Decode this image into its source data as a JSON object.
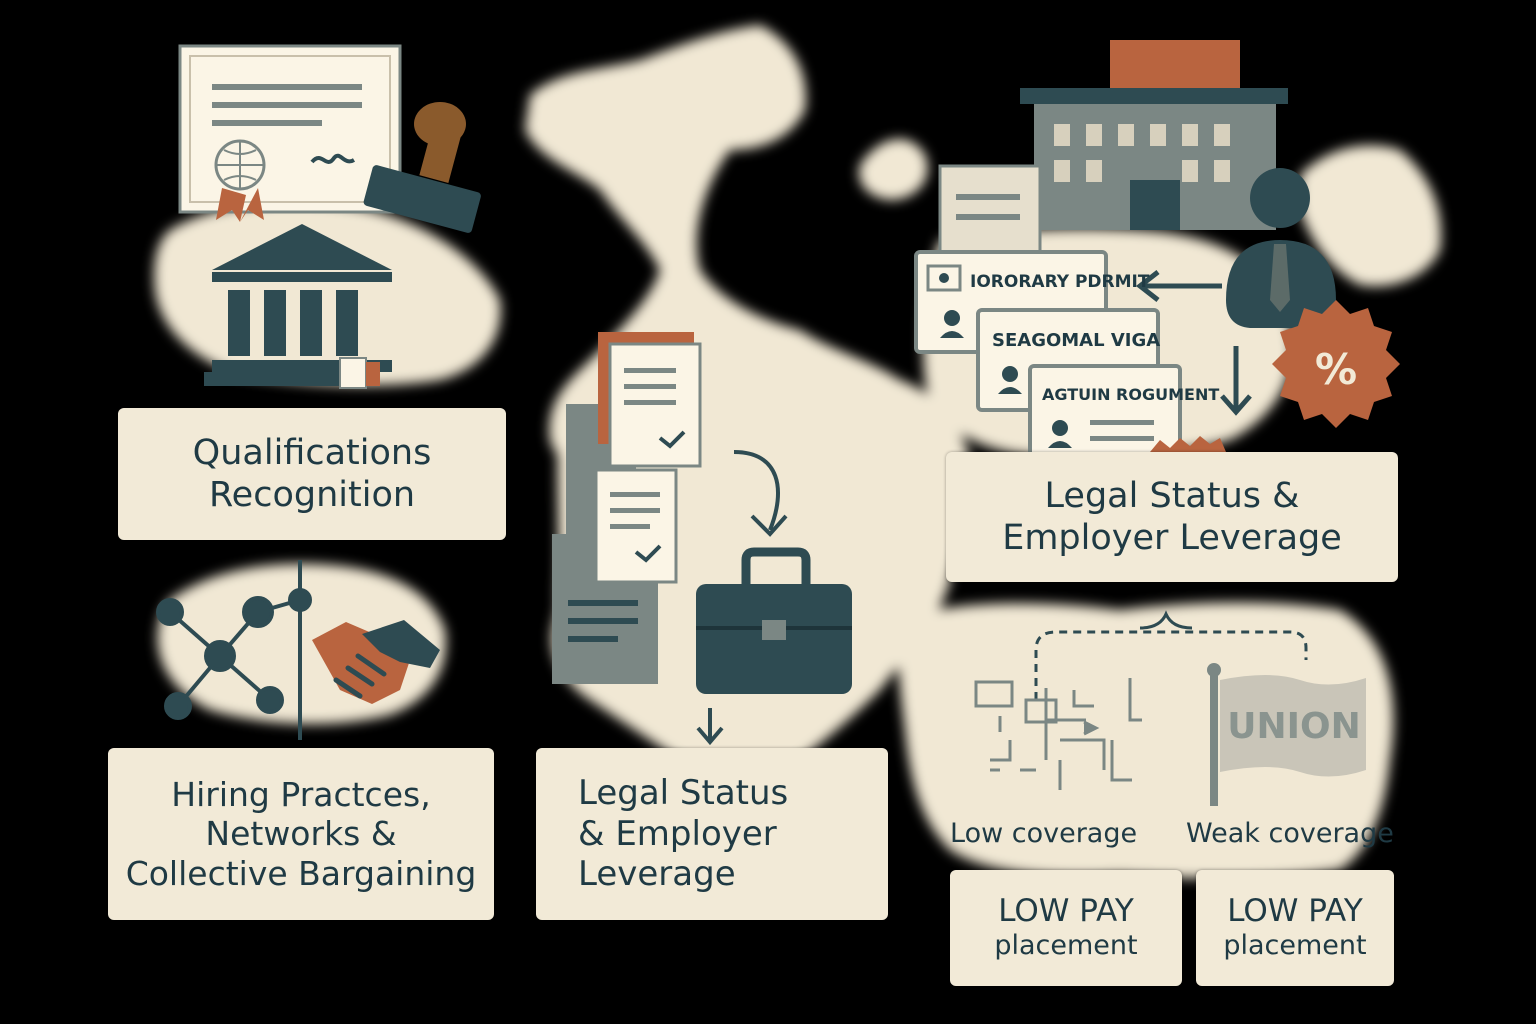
{
  "colors": {
    "background": "#000000",
    "land": "#f1e8d4",
    "box": "#f2ead7",
    "navy": "#2e4b52",
    "slate": "#7b8784",
    "rust": "#b9643f",
    "paper": "#fbf5e6"
  },
  "qualifications": {
    "line1": "Qualifications",
    "line2": "Recognition"
  },
  "hiring": {
    "line1": "Hiring Practces,",
    "line2": "Networks &",
    "line3": "Collective Bargaining"
  },
  "legal_center": {
    "line1": "Legal Status",
    "line2": "& Employer",
    "line3": "Leverage"
  },
  "legal_right": {
    "line1": "Legal Status &",
    "line2": "Employer Leverage"
  },
  "permits": [
    {
      "label": "IORORARY PDRMIT"
    },
    {
      "label": "SEAGOMAL VIGA"
    },
    {
      "label": "AGTUIN ROGUMENT"
    }
  ],
  "badge": {
    "symbol": "%"
  },
  "union_flag": {
    "text": "UNION"
  },
  "coverage": {
    "low": "Low coverage",
    "weak": "Weak coverage"
  },
  "pay_boxes": [
    {
      "line1": "LOW PAY",
      "line2": "placement"
    },
    {
      "line1": "LOW PAY",
      "line2": "placement"
    }
  ],
  "icons": [
    "certificate-icon",
    "stamp-icon",
    "courthouse-icon",
    "network-icon",
    "handshake-icon",
    "documents-icon",
    "briefcase-icon",
    "office-building-icon",
    "employer-person-icon",
    "percent-badge-icon",
    "maze-icon",
    "union-flag-icon"
  ]
}
